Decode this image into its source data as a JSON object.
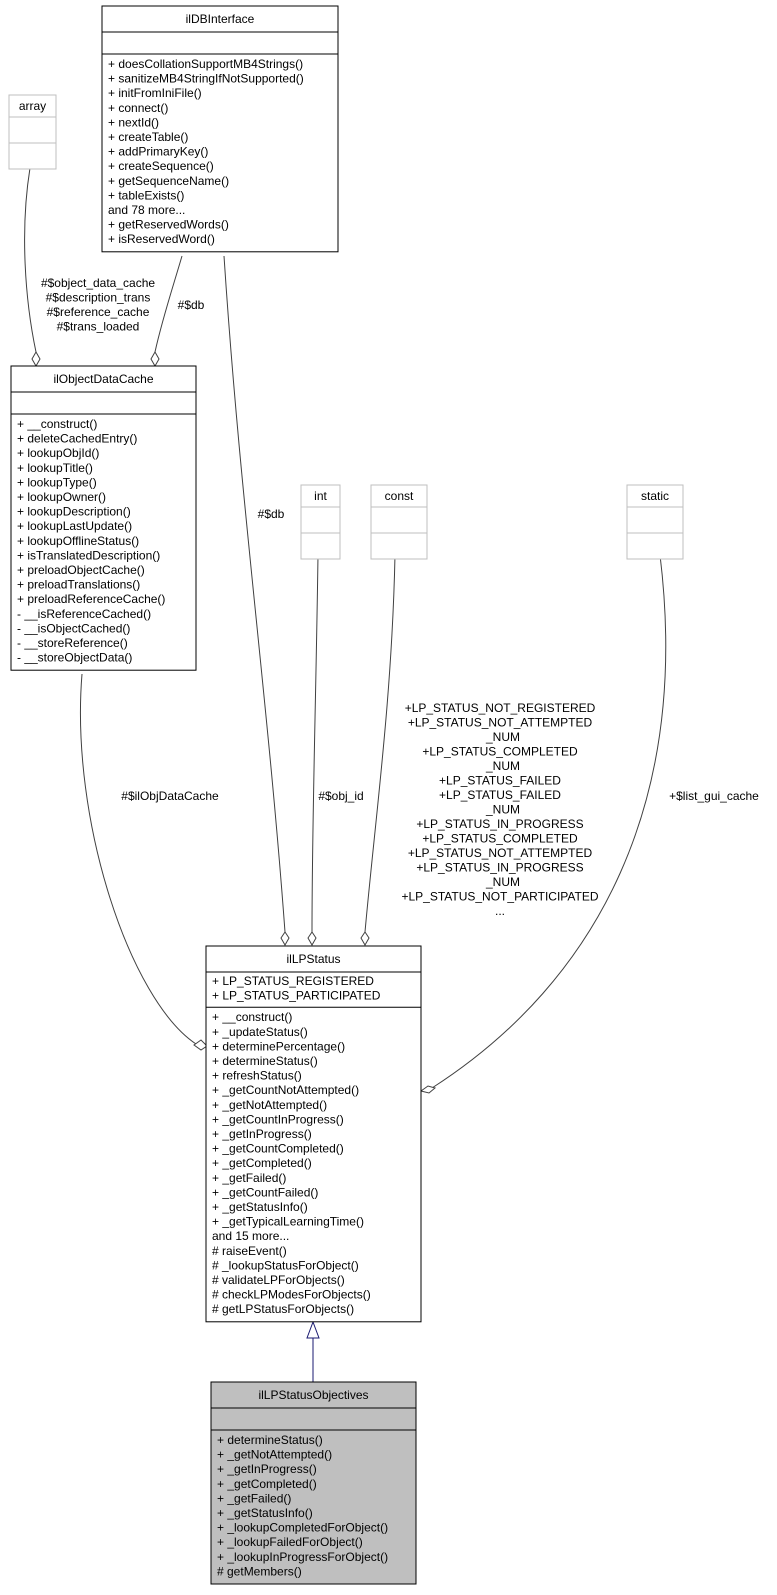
{
  "classes": {
    "ildb": {
      "name": "ilDBInterface",
      "attributes": [],
      "methods": [
        "+ doesCollationSupportMB4Strings()",
        "+ sanitizeMB4StringIfNotSupported()",
        "+ initFromIniFile()",
        "+ connect()",
        "+ nextId()",
        "+ createTable()",
        "+ addPrimaryKey()",
        "+ createSequence()",
        "+ getSequenceName()",
        "+ tableExists()",
        "and 78 more...",
        "+ getReservedWords()",
        "+ isReservedWord()"
      ]
    },
    "array": {
      "name": "array",
      "attributes": [],
      "methods": []
    },
    "cache": {
      "name": "ilObjectDataCache",
      "attributes": [],
      "methods": [
        "+ __construct()",
        "+ deleteCachedEntry()",
        "+ lookupObjId()",
        "+ lookupTitle()",
        "+ lookupType()",
        "+ lookupOwner()",
        "+ lookupDescription()",
        "+ lookupLastUpdate()",
        "+ lookupOfflineStatus()",
        "+ isTranslatedDescription()",
        "+ preloadObjectCache()",
        "+ preloadTranslations()",
        "+ preloadReferenceCache()",
        "- __isReferenceCached()",
        "- __isObjectCached()",
        "- __storeReference()",
        "- __storeObjectData()"
      ]
    },
    "int": {
      "name": "int",
      "attributes": [],
      "methods": []
    },
    "const": {
      "name": "const",
      "attributes": [],
      "methods": []
    },
    "static": {
      "name": "static",
      "attributes": [],
      "methods": []
    },
    "lpstatus": {
      "name": "ilLPStatus",
      "attributes": [
        "+ LP_STATUS_REGISTERED",
        "+ LP_STATUS_PARTICIPATED"
      ],
      "methods": [
        "+ __construct()",
        "+ _updateStatus()",
        "+ determinePercentage()",
        "+ determineStatus()",
        "+ refreshStatus()",
        "+ _getCountNotAttempted()",
        "+ _getNotAttempted()",
        "+ _getCountInProgress()",
        "+ _getInProgress()",
        "+ _getCountCompleted()",
        "+ _getCompleted()",
        "+ _getFailed()",
        "+ _getCountFailed()",
        "+ _getStatusInfo()",
        "+ _getTypicalLearningTime()",
        "and 15 more...",
        "# raiseEvent()",
        "# _lookupStatusForObject()",
        "# validateLPForObjects()",
        "# checkLPModesForObjects()",
        "# getLPStatusForObjects()"
      ]
    },
    "objectives": {
      "name": "ilLPStatusObjectives",
      "attributes": [],
      "methods": [
        "+ determineStatus()",
        "+ _getNotAttempted()",
        "+ _getInProgress()",
        "+ _getCompleted()",
        "+ _getFailed()",
        "+ _getStatusInfo()",
        "+ _lookupCompletedForObject()",
        "+ _lookupFailedForObject()",
        "+ _lookupInProgressForObject()",
        "# getMembers()"
      ]
    }
  },
  "edge_labels": {
    "array_cache": [
      "#$object_data_cache",
      "#$description_trans",
      "#$reference_cache",
      "#$trans_loaded"
    ],
    "db_cache": [
      "#$db"
    ],
    "db_lpstatus": [
      "#$db"
    ],
    "cache_lpstatus": [
      "#$ilObjDataCache"
    ],
    "int_lpstatus": [
      "#$obj_id"
    ],
    "const_lpstatus": [
      "+LP_STATUS_NOT_REGISTERED",
      "+LP_STATUS_NOT_ATTEMPTED",
      "_NUM",
      "+LP_STATUS_COMPLETED",
      "_NUM",
      "+LP_STATUS_FAILED",
      "+LP_STATUS_FAILED",
      "_NUM",
      "+LP_STATUS_IN_PROGRESS",
      "+LP_STATUS_COMPLETED",
      "+LP_STATUS_NOT_ATTEMPTED",
      "+LP_STATUS_IN_PROGRESS",
      "_NUM",
      "+LP_STATUS_NOT_PARTICIPATED",
      "..."
    ],
    "static_lpstatus": [
      "+$list_gui_cache"
    ]
  },
  "colors": {
    "box_border": "#000000",
    "empty_box_border": "#bfbfbf",
    "empty_box_text": "#000000",
    "highlight_fill": "#bfbfbf",
    "edge": "#404040",
    "inheritance": "#191970"
  }
}
